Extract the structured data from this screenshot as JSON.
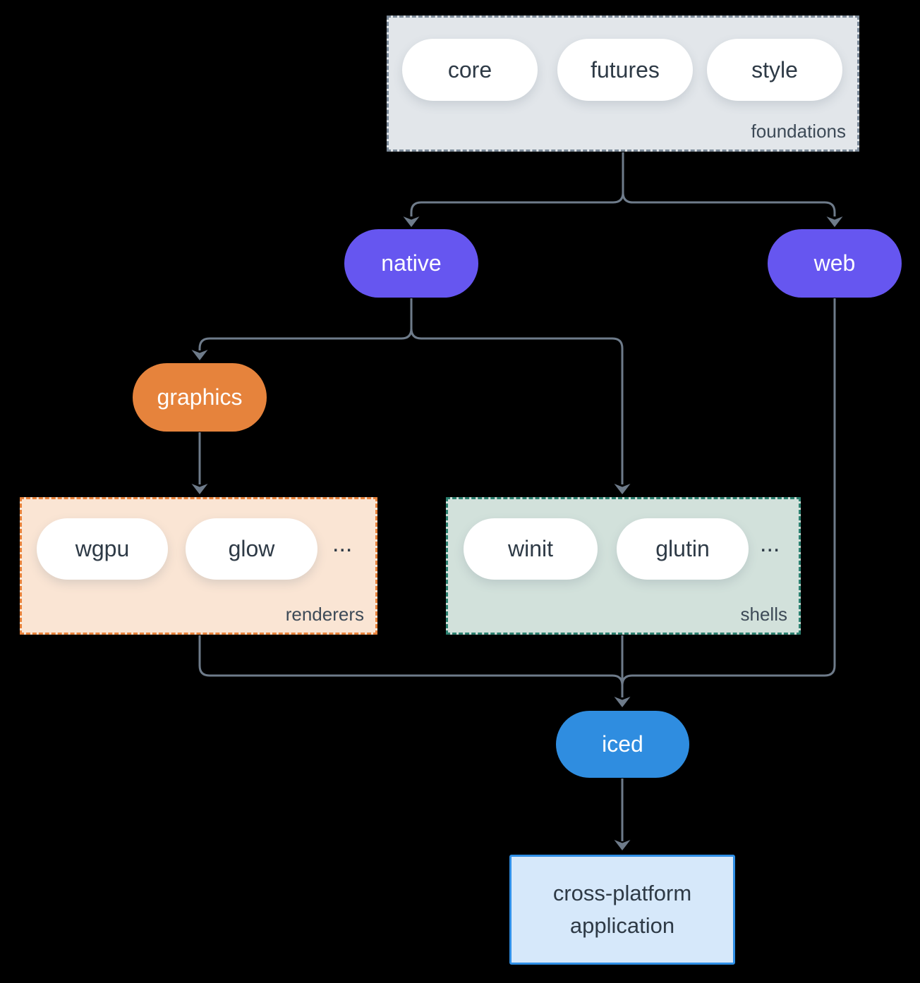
{
  "colors": {
    "background": "#000000",
    "connector": "#6E7B8A",
    "text_dark": "#2E3A46",
    "group_label": "#3D4A57",
    "purple_node": "#6656F0",
    "orange_node": "#E6833C",
    "blue_node": "#2F8DE0",
    "foundations_fill": "#E2E6EA",
    "foundations_border": "#7C8A99",
    "renderers_fill": "#FAE5D4",
    "renderers_border": "#E8833C",
    "shells_fill": "#D2E1DB",
    "shells_border": "#2C8070",
    "application_fill": "#D6E8FA",
    "application_border": "#2F8FE6"
  },
  "groups": {
    "foundations": {
      "label": "foundations",
      "pills": [
        "core",
        "futures",
        "style"
      ]
    },
    "renderers": {
      "label": "renderers",
      "pills": [
        "wgpu",
        "glow"
      ],
      "ellipsis": "..."
    },
    "shells": {
      "label": "shells",
      "pills": [
        "winit",
        "glutin"
      ],
      "ellipsis": "..."
    }
  },
  "nodes": {
    "native": "native",
    "web": "web",
    "graphics": "graphics",
    "iced": "iced",
    "application_line1": "cross-platform",
    "application_line2": "application"
  }
}
